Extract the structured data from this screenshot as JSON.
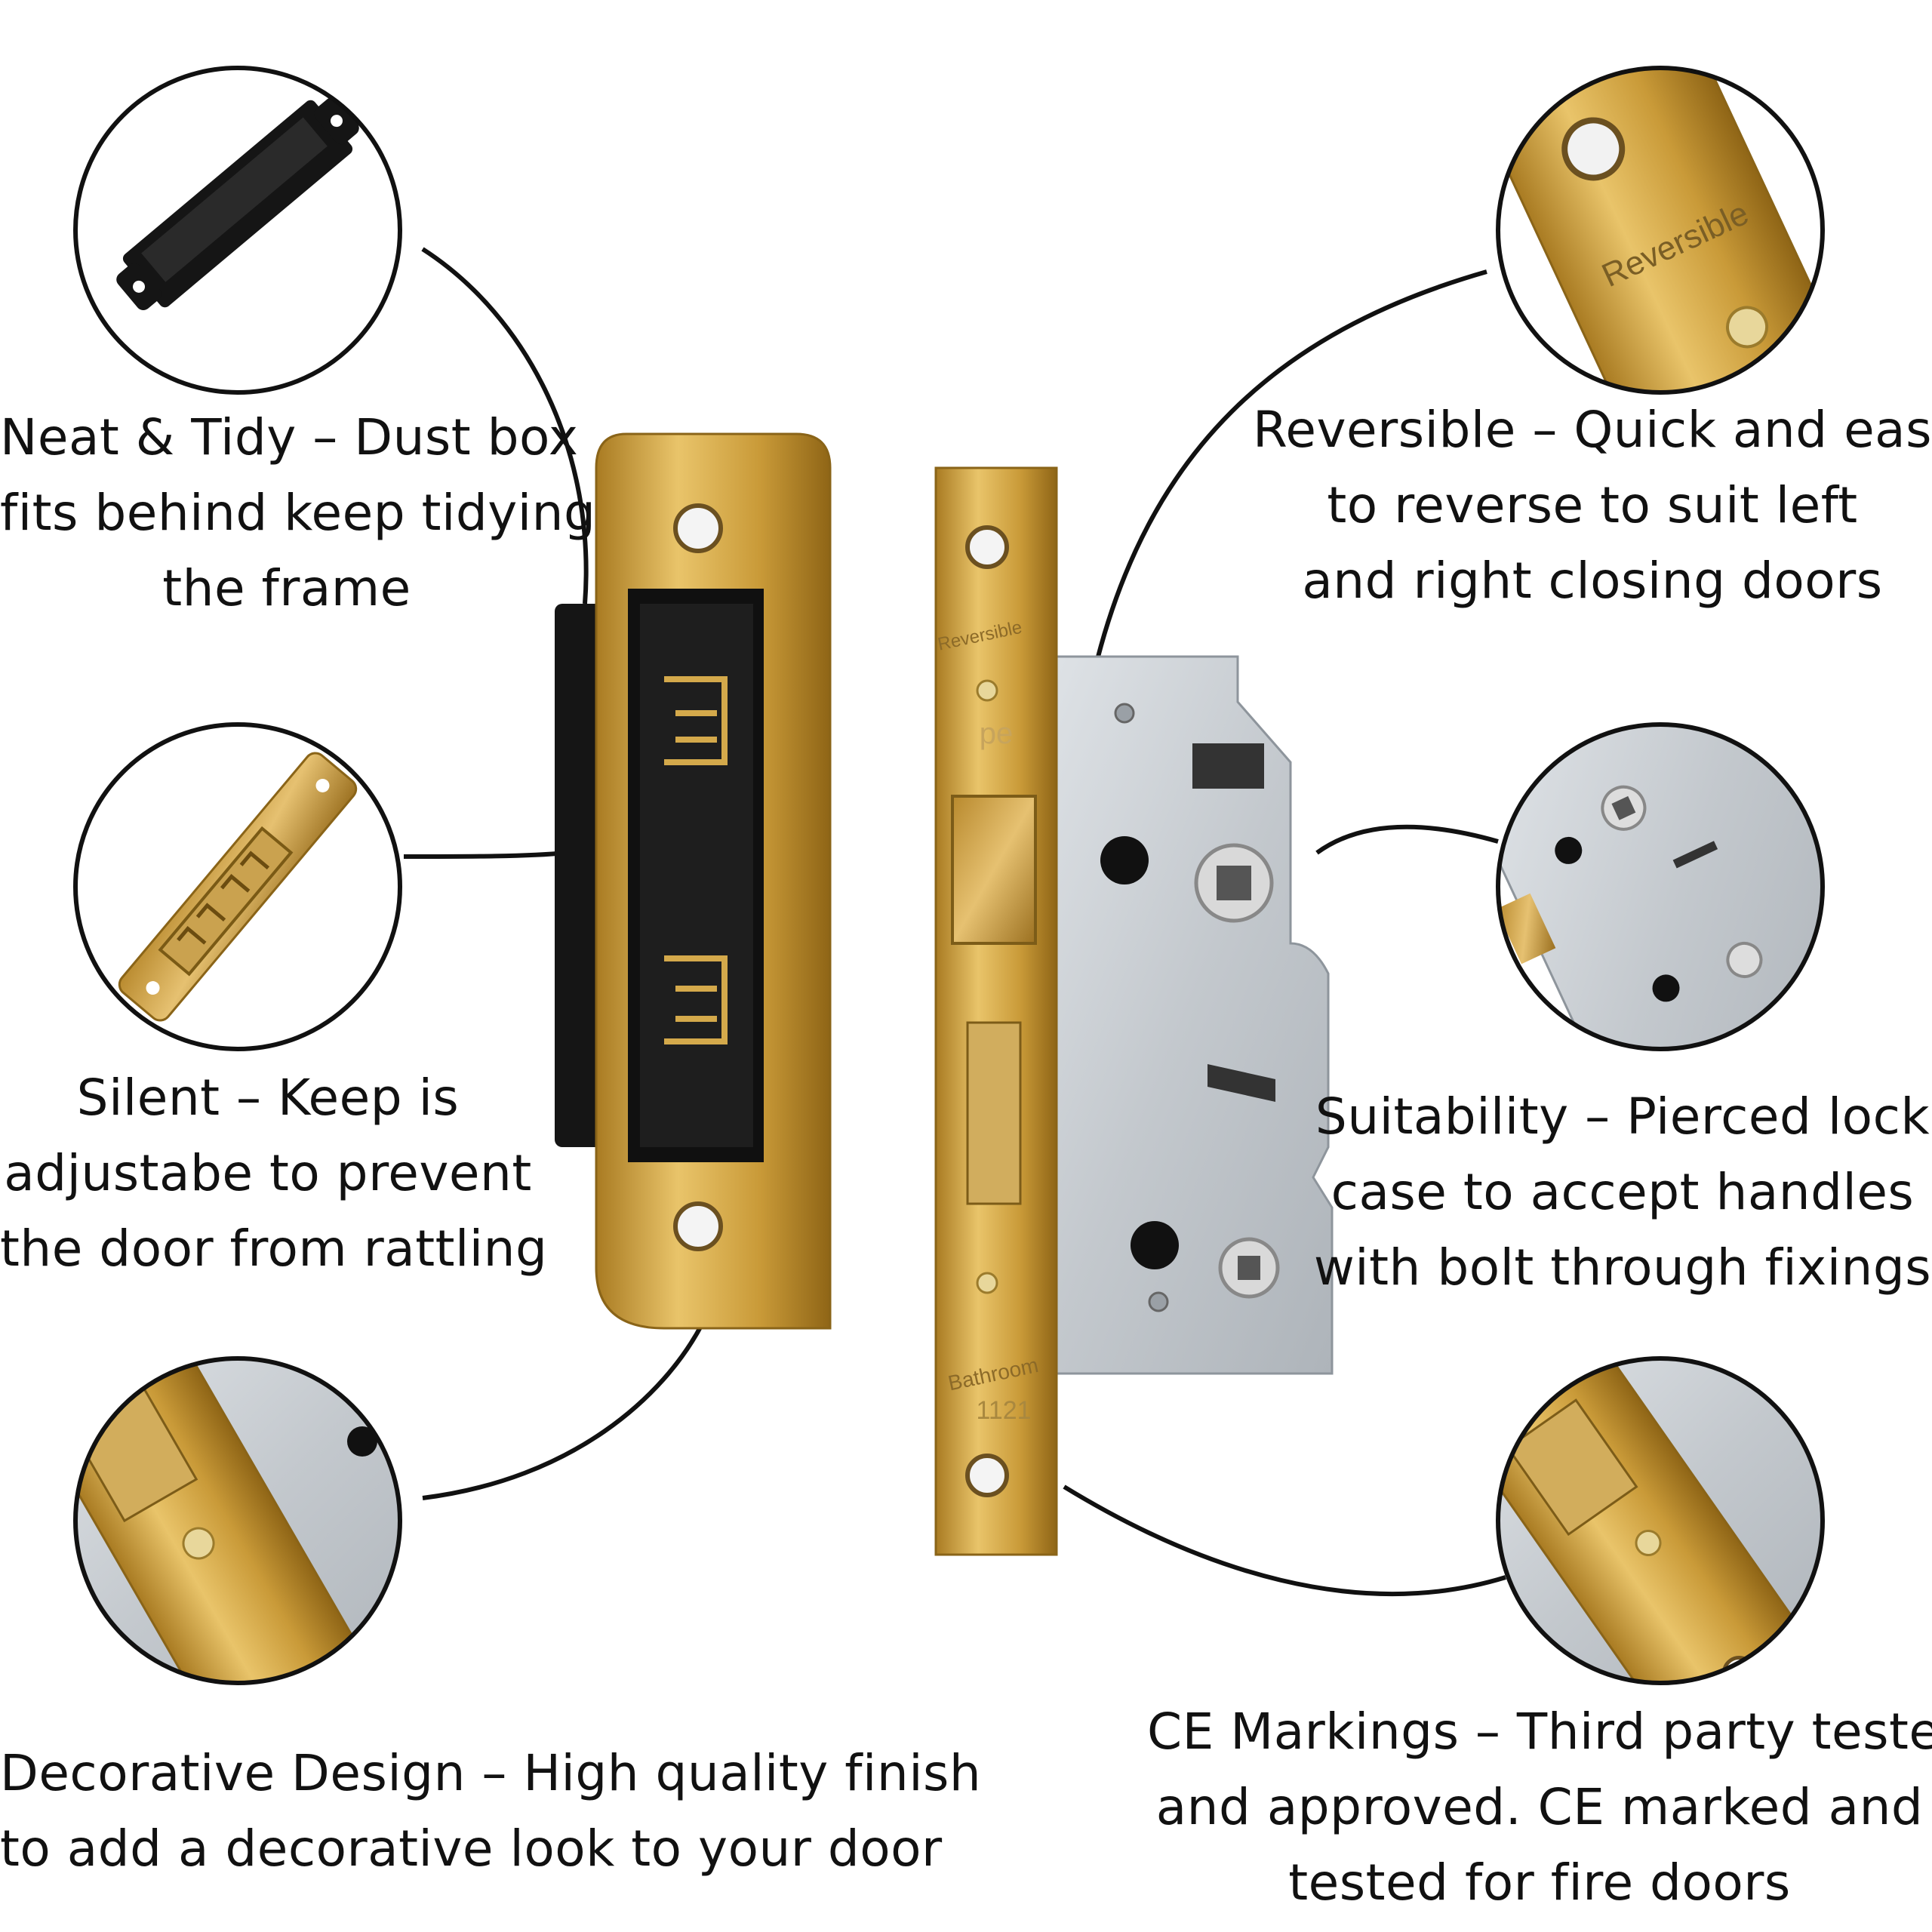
{
  "features": {
    "neat_tidy": {
      "lines": [
        "Neat & Tidy – Dust box",
        "fits behind keep tidying",
        "the frame"
      ]
    },
    "silent": {
      "lines": [
        "Silent – Keep is",
        "adjustabe to prevent",
        "the door from rattling"
      ]
    },
    "decorative": {
      "lines": [
        "Decorative Design – High quality finish",
        "to add a decorative look to your door"
      ]
    },
    "reversible": {
      "lines": [
        "Reversible – Quick and easy",
        "to reverse to suit left",
        "and right closing doors"
      ]
    },
    "suitability": {
      "lines": [
        "Suitability – Pierced lock",
        "case to accept handles",
        "with bolt through fixings"
      ]
    },
    "ce_markings": {
      "lines": [
        "CE Markings – Third party tested",
        "and approved. CE marked and",
        "tested for fire doors"
      ]
    }
  },
  "product_markings": {
    "reversible": "Reversible",
    "bathroom": "Bathroom",
    "standard": "1121",
    "brand": "pe"
  },
  "colors": {
    "brass": "#c79a3a",
    "brass_light": "#e8c56a",
    "steel": "#c9ced3",
    "black": "#141414"
  }
}
